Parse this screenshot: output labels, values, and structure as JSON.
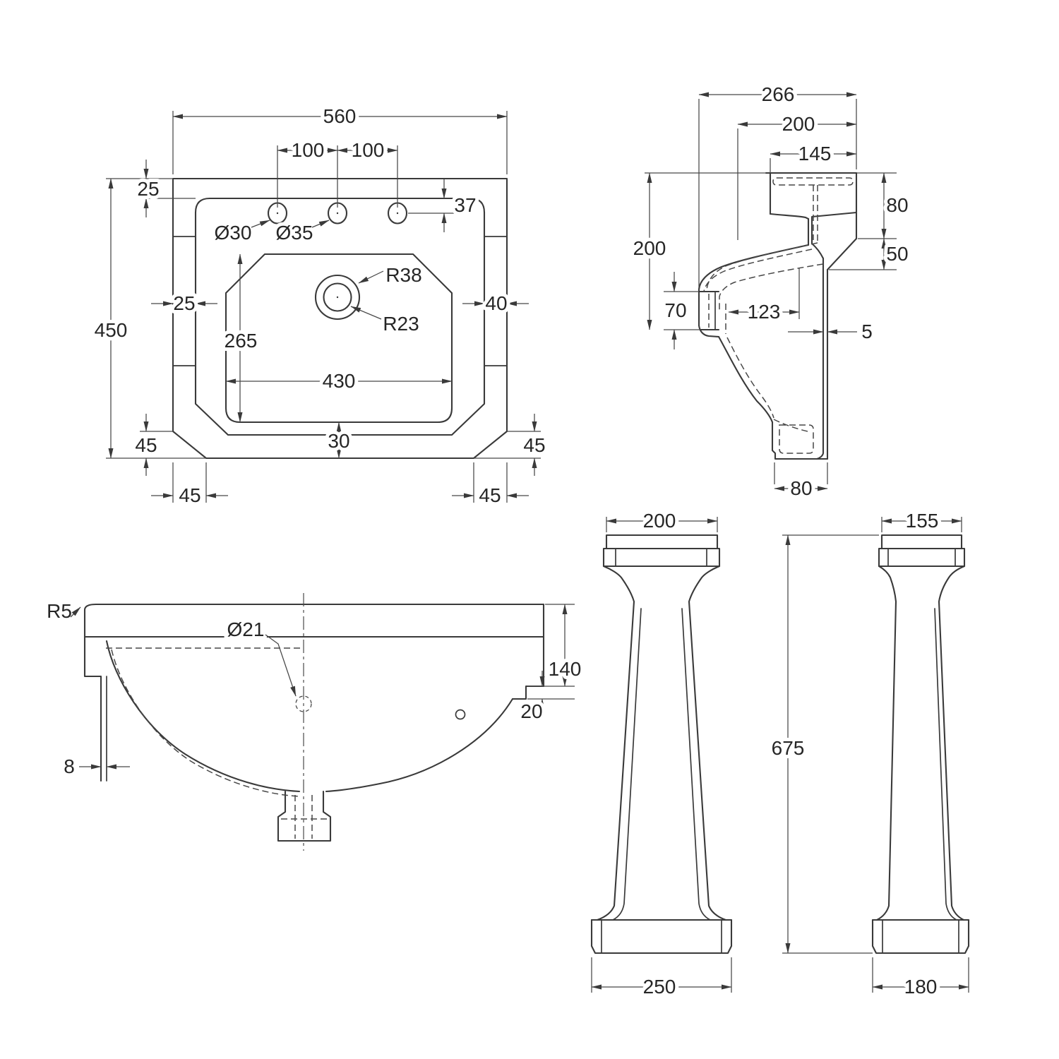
{
  "drawing": {
    "type": "technical-dimension-drawing",
    "subject": "Basin and pedestal — four orthographic views",
    "background": "#ffffff",
    "line_color": "#3a3a3a",
    "text_color": "#262626",
    "views": {
      "basin_plan": {
        "name": "Basin plan view (top-left)",
        "dims": {
          "overall_width": "560",
          "hole_pitch_left": "100",
          "hole_pitch_right": "100",
          "rim_offset_top": "25",
          "hole_center_offset": "37",
          "overall_depth": "450",
          "rim_offset_left": "25",
          "rim_offset_right": "40",
          "bowl_depth": "265",
          "bowl_width": "430",
          "bowl_bottom_gap": "30",
          "corner_cut_v_left": "45",
          "corner_cut_h_left": "45",
          "corner_cut_v_right": "45",
          "corner_cut_h_right": "45",
          "tap_hole_small": "Ø30",
          "tap_hole_large": "Ø35",
          "waste_recess_radius": "R38",
          "waste_hole_radius": "R23"
        }
      },
      "basin_side_section": {
        "name": "Basin side section (top-right)",
        "dims": {
          "overall_depth": "266",
          "ledge_depth": "200",
          "flange_width": "145",
          "rim_height": "80",
          "apron_drop": "50",
          "back_height": "200",
          "slot_height": "70",
          "outlet_offset": "123",
          "apron_thickness": "5",
          "outlet_width": "80"
        }
      },
      "basin_front_section": {
        "name": "Basin front half-section (bottom-left)",
        "dims": {
          "rim_radius": "R5",
          "overflow_diameter": "Ø21",
          "front_height": "140",
          "ledge_thickness": "20",
          "skirt_thickness": "8"
        }
      },
      "pedestal_front": {
        "name": "Pedestal front view",
        "dims": {
          "top_width": "200",
          "base_width": "250"
        }
      },
      "pedestal_side": {
        "name": "Pedestal side view",
        "dims": {
          "top_width": "155",
          "height": "675",
          "base_width": "180"
        }
      }
    }
  }
}
